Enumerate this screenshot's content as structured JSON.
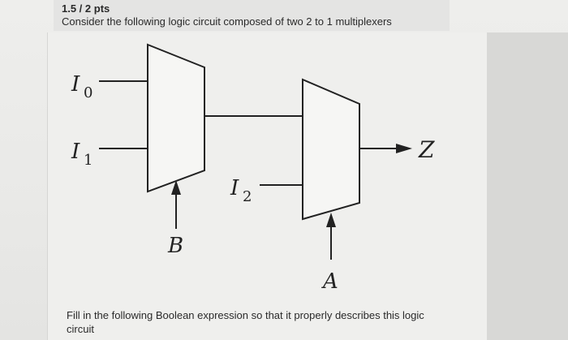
{
  "header": {
    "points": "1.5 / 2 pts",
    "question": "Consider the following logic circuit composed of two 2 to 1 multiplexers"
  },
  "diagram": {
    "inputs": {
      "i0_main": "I",
      "i0_sub": "0",
      "i1_main": "I",
      "i1_sub": "1",
      "i2_main": "I",
      "i2_sub": "2"
    },
    "select_left": "B",
    "select_right": "A",
    "output": "Z"
  },
  "footer": {
    "instruction": "Fill in the following Boolean expression so that it properly describes this logic circuit"
  }
}
